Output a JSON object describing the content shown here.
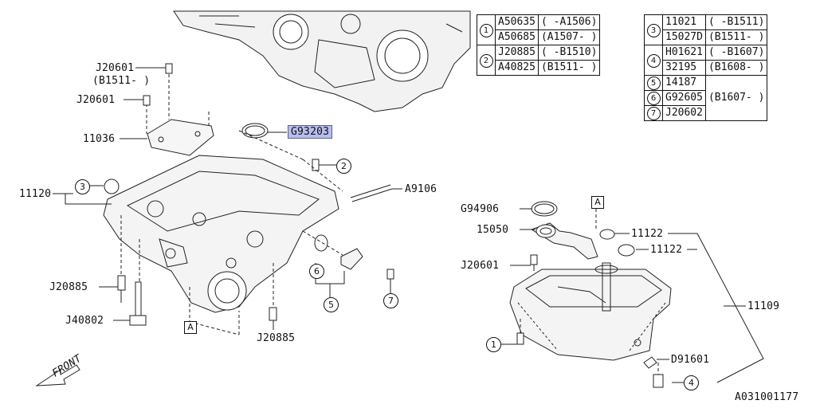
{
  "table1": [
    {
      "idx": "1",
      "rows": [
        {
          "part": "A50635",
          "range": "( -A1506)"
        },
        {
          "part": "A50685",
          "range": "(A1507- )"
        }
      ]
    },
    {
      "idx": "2",
      "rows": [
        {
          "part": "J20885",
          "range": "( -B1510)"
        },
        {
          "part": "A40825",
          "range": "(B1511- )"
        }
      ]
    }
  ],
  "table2": [
    {
      "idx": "3",
      "part": "11021",
      "range": "( -B1511)"
    },
    {
      "idx": "",
      "part": "15027D",
      "range": "(B1511- )"
    },
    {
      "idx": "4",
      "part": "H01621",
      "range": "( -B1607)"
    },
    {
      "idx": "",
      "part": "32195",
      "range": "(B1608- )"
    },
    {
      "idx": "5",
      "part": "14187",
      "range": "(B1607- )"
    },
    {
      "idx": "6",
      "part": "G92605",
      "range": ""
    },
    {
      "idx": "7",
      "part": "J20602",
      "range": ""
    }
  ],
  "labels": {
    "j20601_top": "J20601",
    "b1511_note": "(B1511- )",
    "j20601_mid": "J20601",
    "p11036": "11036",
    "p11120": "11120",
    "g93203": "G93203",
    "a9106": "A9106",
    "j20885_left": "J20885",
    "j40802": "J40802",
    "j20885_bottom": "J20885",
    "g94906": "G94906",
    "p15050": "15050",
    "j20601_right": "J20601",
    "p11122_a": "11122",
    "p11122_b": "11122",
    "p11109": "11109",
    "d91601": "D91601",
    "front": "FRONT",
    "diagram_code": "A031001177"
  },
  "callouts": {
    "c1": "1",
    "c2": "2",
    "c3": "3",
    "c4": "4",
    "c5": "5",
    "c6": "6",
    "c7": "7",
    "ref_a_left": "A",
    "ref_a_right": "A"
  }
}
